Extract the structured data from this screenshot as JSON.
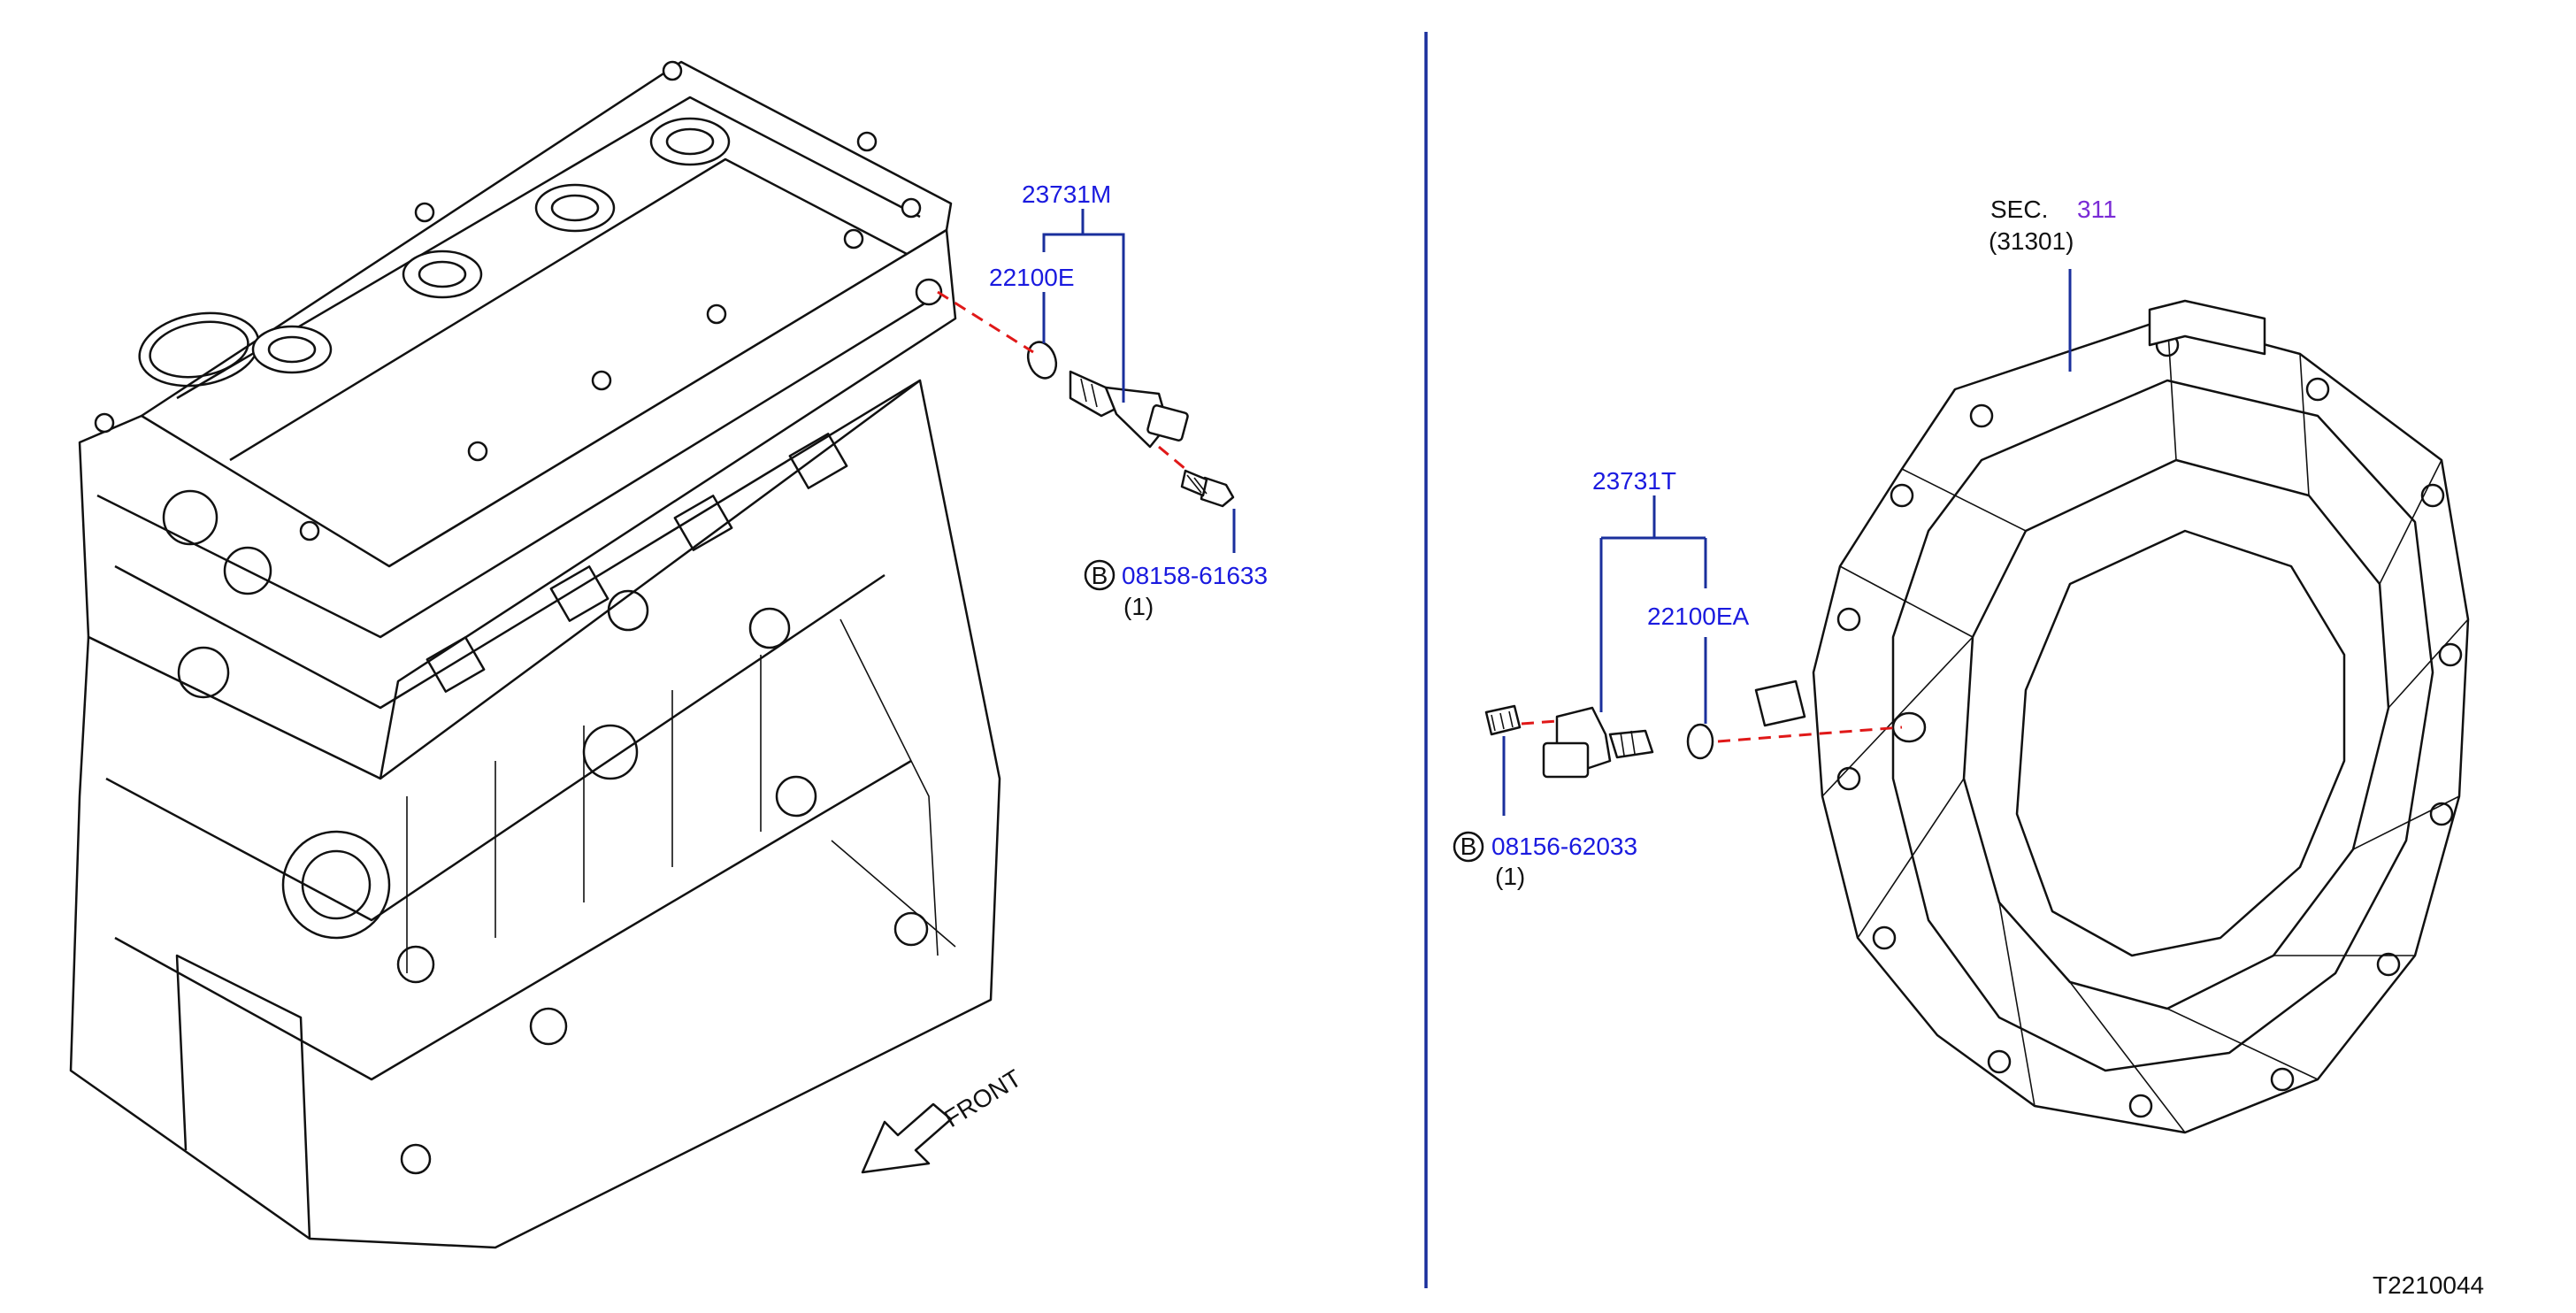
{
  "callouts": {
    "sensor_left": "23731M",
    "oring_left": "22100E",
    "bolt_left": "08158-61633",
    "bolt_left_qty": "(1)",
    "sensor_right": "23731T",
    "oring_right": "22100EA",
    "bolt_right": "08156-62033",
    "bolt_right_qty": "(1)",
    "bolt_symbol": "B",
    "sec_prefix": "SEC.",
    "sec_number": "311",
    "sec_sub": "(31301)"
  },
  "front_label": "FRONT",
  "diagram_id": "T2210044",
  "colors": {
    "callout_text": "#1a1adf",
    "leader_line": "#1a2f9c",
    "dashed_line": "#e01818",
    "section_number": "#7a2bd6",
    "divider": "#1a2f9c"
  }
}
